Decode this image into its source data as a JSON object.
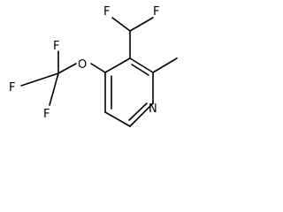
{
  "molecule": {
    "atoms": [
      {
        "id": "F1",
        "label": "F"
      },
      {
        "id": "F2",
        "label": "F"
      },
      {
        "id": "F3",
        "label": "F"
      },
      {
        "id": "F4",
        "label": "F"
      },
      {
        "id": "F5",
        "label": "F"
      },
      {
        "id": "O1",
        "label": "O"
      },
      {
        "id": "N1",
        "label": "N"
      }
    ]
  }
}
